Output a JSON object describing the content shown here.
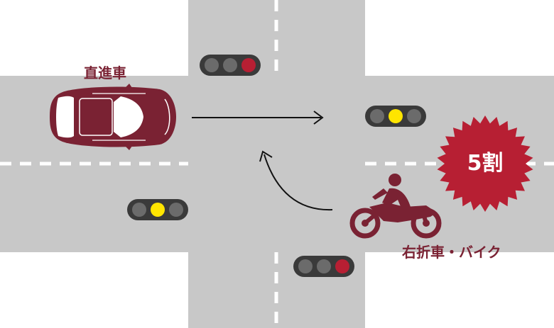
{
  "labels": {
    "straight_car": "直進車",
    "right_turn_bike": "右折車・バイク"
  },
  "badge": {
    "text": "5割",
    "color": "#b71f33"
  },
  "colors": {
    "road": "#c8c8c8",
    "lane_marking": "#ffffff",
    "vehicle": "#7a2233",
    "signal_housing": "#3a3a3a",
    "signal_off": "#6b6b6b",
    "signal_red": "#b71f33",
    "signal_yellow": "#ffe500",
    "arrow": "#111111"
  },
  "signals": [
    {
      "name": "signal-top",
      "lit": "red"
    },
    {
      "name": "signal-right",
      "lit": "yellow"
    },
    {
      "name": "signal-left",
      "lit": "yellow"
    },
    {
      "name": "signal-bottom",
      "lit": "red"
    }
  ]
}
